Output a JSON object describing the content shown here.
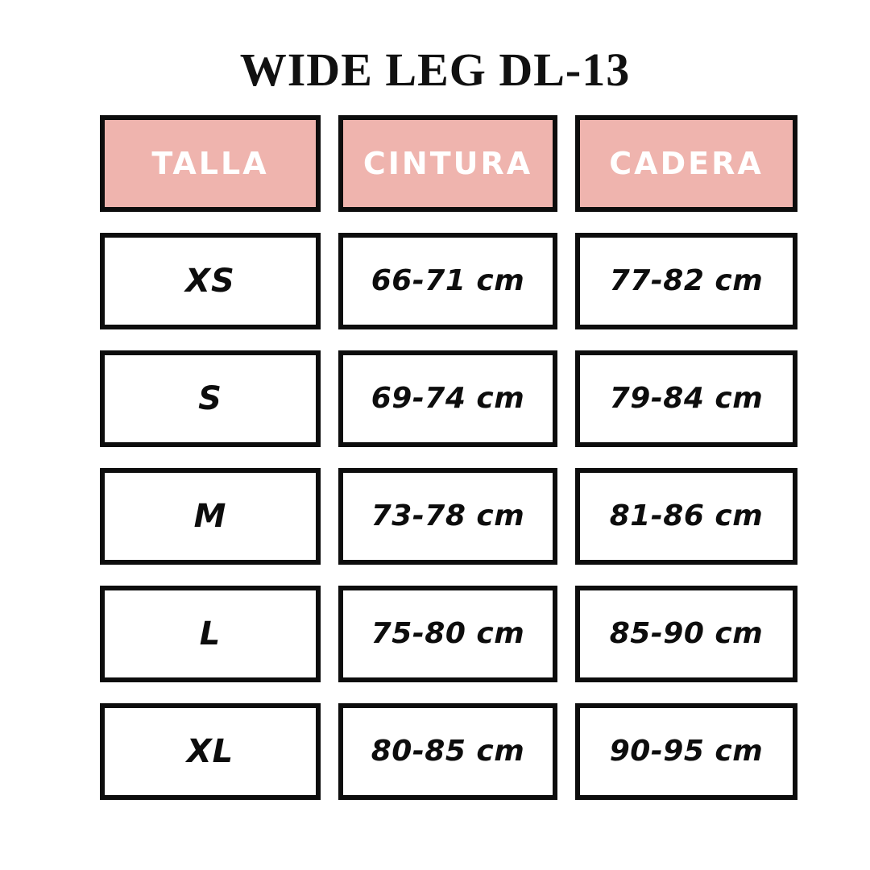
{
  "title": "WIDE LEG DL-13",
  "colors": {
    "header_background": "#EFB4AE",
    "header_text": "#FFFFFF",
    "cell_border": "#0D0D0D",
    "cell_text": "#0D0D0D",
    "page_background": "#FFFFFF"
  },
  "chart_data": {
    "type": "table",
    "title": "WIDE LEG DL-13",
    "columns": [
      "TALLA",
      "CINTURA",
      "CADERA"
    ],
    "rows": [
      {
        "talla": "XS",
        "cintura": "66-71 cm",
        "cadera": "77-82 cm"
      },
      {
        "talla": "S",
        "cintura": "69-74 cm",
        "cadera": "79-84 cm"
      },
      {
        "talla": "M",
        "cintura": "73-78 cm",
        "cadera": "81-86 cm"
      },
      {
        "talla": "L",
        "cintura": "75-80 cm",
        "cadera": "85-90 cm"
      },
      {
        "talla": "XL",
        "cintura": "80-85 cm",
        "cadera": "90-95 cm"
      }
    ],
    "units": "cm",
    "legend": "",
    "xlabel": "",
    "ylabel": ""
  }
}
